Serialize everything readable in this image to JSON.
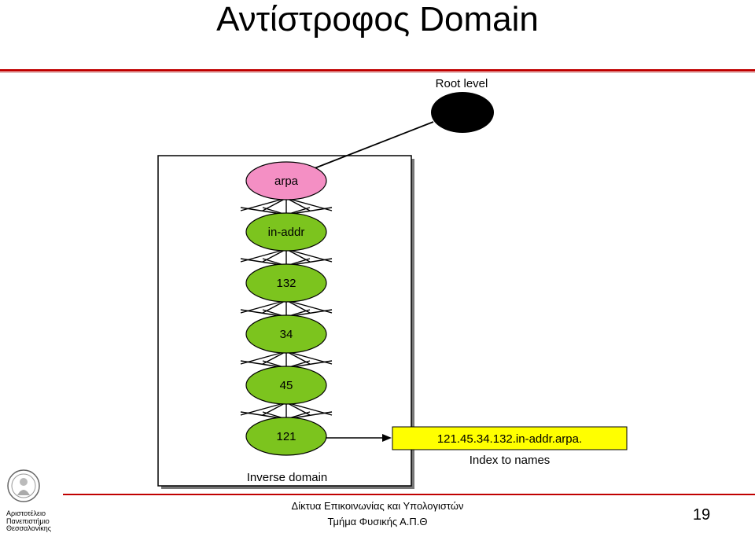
{
  "title": "Αντίστροφος Domain",
  "diagram": {
    "root_label": "Root level",
    "nodes": [
      "arpa",
      "in-addr",
      "132",
      "34",
      "45",
      "121"
    ],
    "result_label": "121.45.34.132.in-addr.arpa.",
    "index_label": "Index to names",
    "box_label": "Inverse domain"
  },
  "colors": {
    "accent": "#c00000",
    "arpa_fill": "#f48fc4",
    "node_fill": "#7cc41e",
    "result_fill": "#ffff00"
  },
  "footer": {
    "line1": "Δίκτυα Επικοινωνίας και Υπολογιστών",
    "line2": "Τμήμα Φυσικής Α.Π.Θ",
    "page": "19",
    "logo_lines": [
      "Αριστοτέλειο",
      "Πανεπιστήμιο",
      "Θεσσαλονίκης"
    ]
  }
}
